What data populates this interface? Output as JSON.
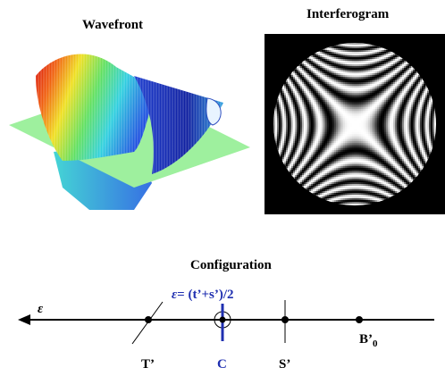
{
  "titles": {
    "wavefront": "Wavefront",
    "interferogram": "Interferogram",
    "configuration": "Configuration"
  },
  "config": {
    "axis_symbol": "ε",
    "focus_formula_symbol": "ε",
    "focus_formula_rest": "= (t’+s’)/2",
    "points": [
      {
        "id": "T",
        "label": "T’",
        "color": "#000000"
      },
      {
        "id": "C",
        "label": "C",
        "color": "#1f2fb0"
      },
      {
        "id": "S",
        "label": "S’",
        "color": "#000000"
      },
      {
        "id": "B0",
        "label": "B’",
        "sub": "0",
        "color": "#000000"
      }
    ]
  },
  "colors": {
    "plane": "#9ef09e",
    "accent": "#1f2fb0"
  }
}
